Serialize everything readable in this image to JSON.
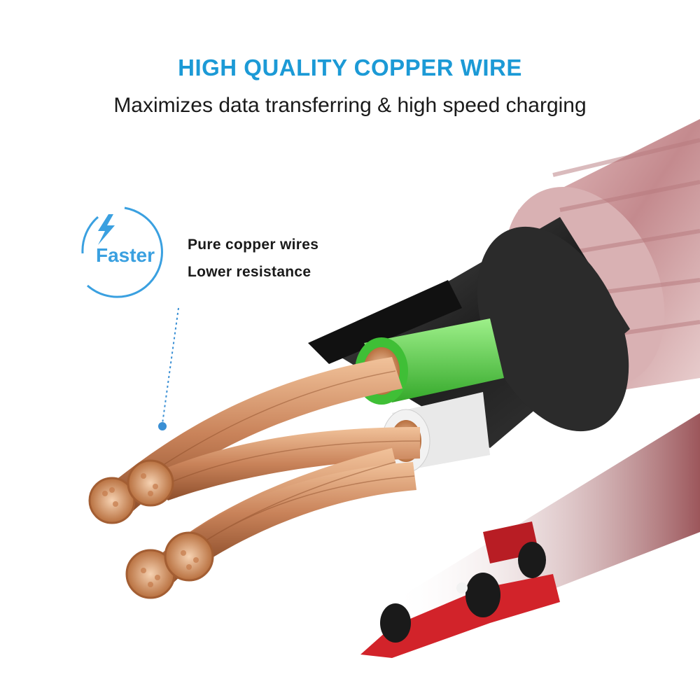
{
  "headline": {
    "text": "HIGH QUALITY COPPER WIRE",
    "color": "#1c9ad6"
  },
  "subhead": {
    "text": "Maximizes data transferring & high speed charging"
  },
  "badge": {
    "label": "Faster",
    "icon": "lightning-bolt-icon",
    "color": "#3aa0e0"
  },
  "features": [
    {
      "label": "Pure copper wires"
    },
    {
      "label": "Lower resistance"
    }
  ],
  "colors": {
    "copper": "#d99a6c",
    "copper_dark": "#a8653c",
    "jacket": "#2a2a2a",
    "braid": "#c98f92",
    "green_wire": "#5ed14a",
    "white_wire": "#e8e8e8",
    "car_red": "#d2232a"
  }
}
